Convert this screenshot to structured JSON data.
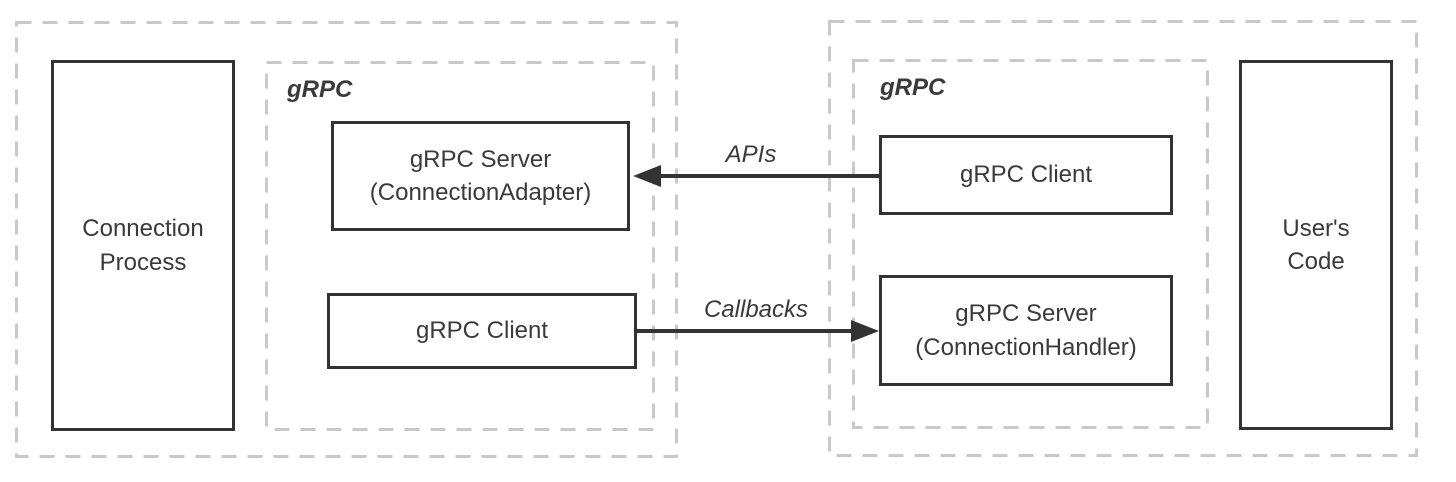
{
  "left_region": {
    "process_box_label": "Connection Process",
    "grpc_group_label": "gRPC",
    "server_box_line1": "gRPC Server",
    "server_box_line2": "(ConnectionAdapter)",
    "client_box_label": "gRPC Client"
  },
  "right_region": {
    "grpc_group_label": "gRPC",
    "client_box_label": "gRPC Client",
    "server_box_line1": "gRPC Server",
    "server_box_line2": "(ConnectionHandler)",
    "user_code_box_label": "User's Code"
  },
  "arrows": {
    "apis_label": "APIs",
    "callbacks_label": "Callbacks"
  },
  "colors": {
    "dashed_border": "#c9c9c9",
    "solid_border": "#333333",
    "arrow": "#333333",
    "text": "#3a3a3a",
    "background": "#ffffff"
  }
}
